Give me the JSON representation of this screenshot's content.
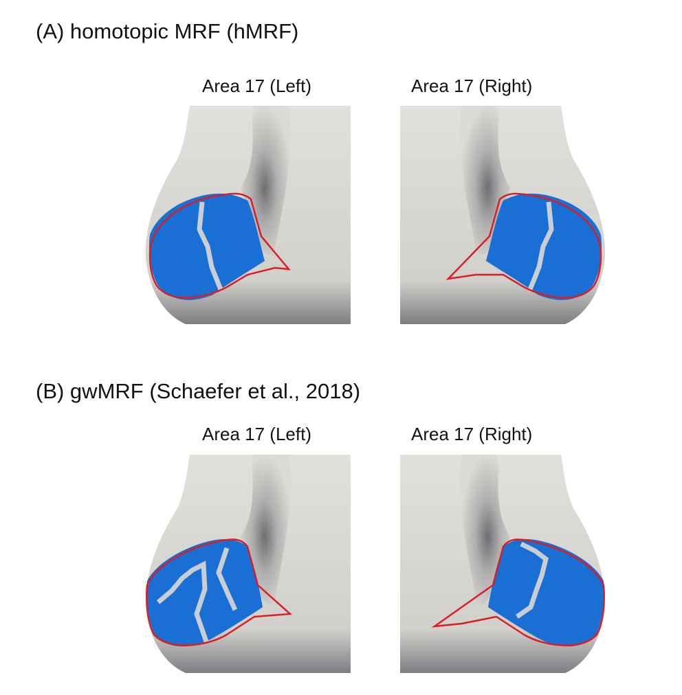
{
  "panels": [
    {
      "title": "(A) homotopic MRF (hMRF)",
      "left_label": "Area 17 (Left)",
      "right_label": "Area 17 (Right)"
    },
    {
      "title": "(B) gwMRF (Schaefer et al., 2018)",
      "left_label": "Area 17 (Left)",
      "right_label": "Area 17 (Right)"
    }
  ],
  "colors": {
    "surface": "#d9d7d2",
    "surface_shadow": "#5f6066",
    "parcel_fill": "#1a6fd4",
    "boundary_outline": "#d81f26",
    "parcel_divider": "#c8cfd4"
  }
}
